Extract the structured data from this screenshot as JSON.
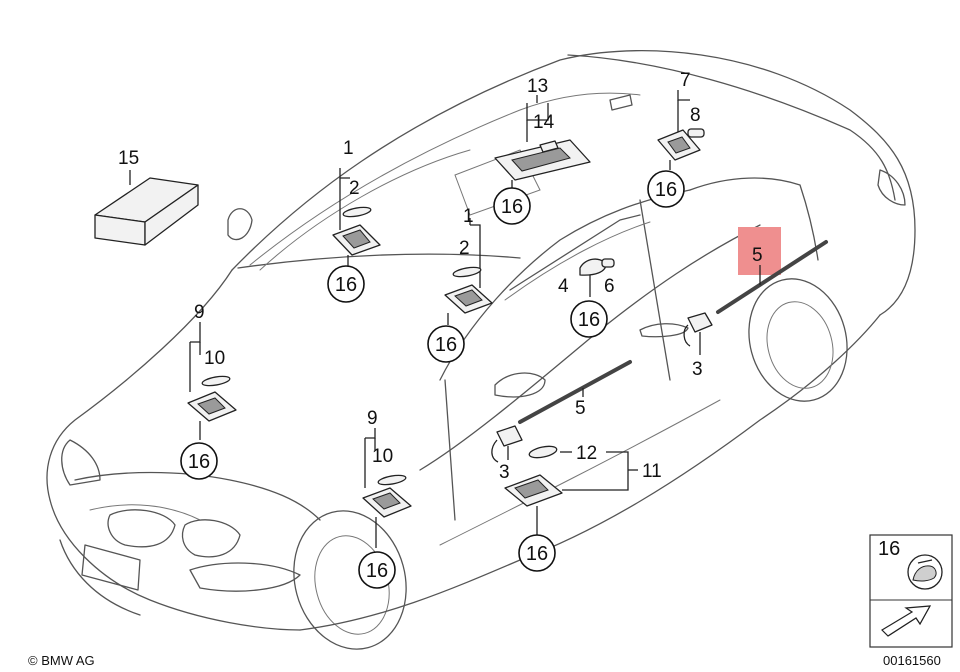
{
  "copyright": "© BMW AG",
  "diagram_id": "00161560",
  "legend_box": {
    "number": "16",
    "icon_name": "tool-hand-icon"
  },
  "highlight_color": "#ef8f8f",
  "labels": {
    "l15": "15",
    "l13": "13",
    "l14": "14",
    "l7": "7",
    "l8": "8",
    "l1a": "1",
    "l2a": "2",
    "l1b": "1",
    "l2b": "2",
    "l4": "4",
    "l6": "6",
    "l5a": "5",
    "l5b": "5",
    "l3a": "3",
    "l3b": "3",
    "l9a": "9",
    "l10a": "10",
    "l9b": "9",
    "l10b": "10",
    "l12": "12",
    "l11": "11"
  },
  "badges": {
    "b1": "16",
    "b2": "16",
    "b3": "16",
    "b4": "16",
    "b5": "16",
    "b6": "16",
    "b7": "16",
    "b8": "16"
  }
}
